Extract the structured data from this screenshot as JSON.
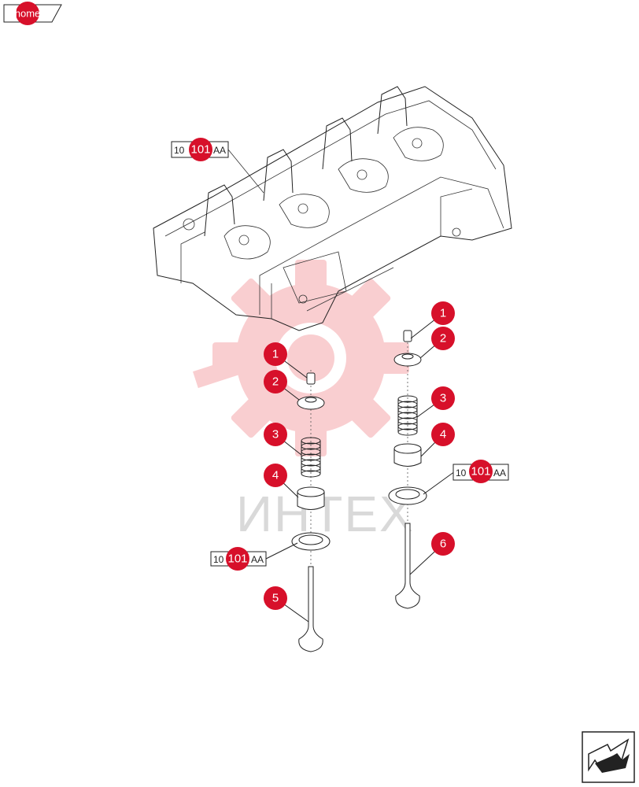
{
  "nav": {
    "home_label": "home"
  },
  "watermark": {
    "text": "ИНТЕХ",
    "color": "#e8242f"
  },
  "callout_color": "#d7102a",
  "reference_label": {
    "prefix": "10",
    "number": "101",
    "suffix": "AA"
  },
  "callouts": {
    "left_keeper": "1",
    "left_retainer": "2",
    "left_spring": "3",
    "left_seal": "4",
    "left_valve": "5",
    "right_keeper": "1",
    "right_retainer": "2",
    "right_spring": "3",
    "right_seal": "4",
    "right_valve": "6"
  },
  "icons": {
    "next_page": "arrow-right-icon"
  }
}
